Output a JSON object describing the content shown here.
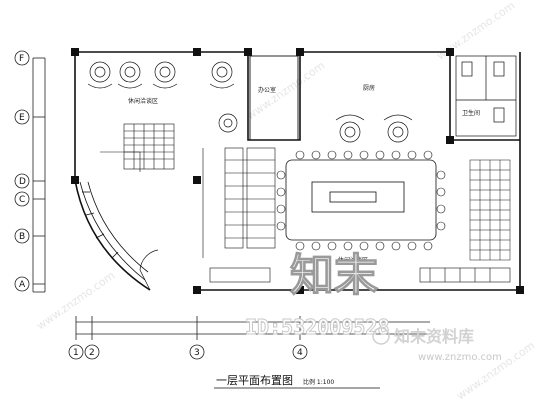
{
  "drawing": {
    "title": "一层平面布置图",
    "scale_text": "比例 1:100"
  },
  "axes": {
    "rows": [
      "F",
      "E",
      "D",
      "C",
      "B",
      "A"
    ],
    "cols": [
      "1",
      "2",
      "3",
      "4"
    ]
  },
  "rooms": {
    "service": "办公室",
    "kitchen": "厨房",
    "toilet": "卫生间",
    "entry_a": "休闲洽谈区",
    "entry_b": "休闲洽谈区"
  },
  "watermark": {
    "id_text": "ID:532009528",
    "brand": "知末资料库",
    "url": "www.znzmo.com",
    "big_logo": "知末"
  }
}
